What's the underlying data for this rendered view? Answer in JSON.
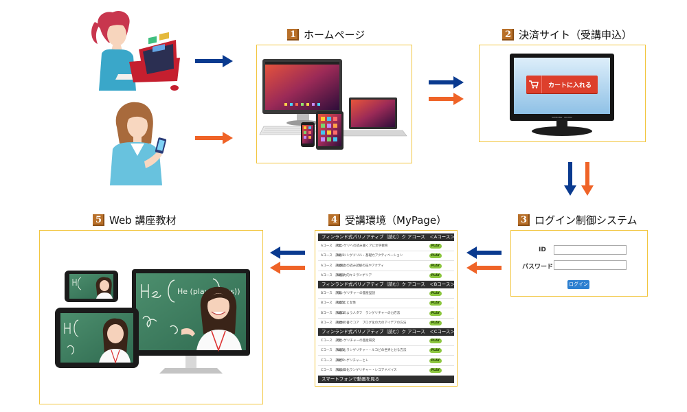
{
  "steps": [
    {
      "num": "1",
      "label": "ホームページ"
    },
    {
      "num": "2",
      "label": "決済サイト（受講申込）"
    },
    {
      "num": "3",
      "label": "ログイン制御システム"
    },
    {
      "num": "4",
      "label": "受講環境（MyPage）"
    },
    {
      "num": "5",
      "label": "Web 講座教材"
    }
  ],
  "cart_button": "カートに入れる",
  "login": {
    "id_label": "ID",
    "password_label": "パスワード",
    "button_label": "ログイン"
  },
  "mypage": {
    "play_label": "PLAY",
    "course_a_header": "フィンランド式パリノアティブ（読む）ク アコース　＜Aコース＞",
    "course_a_rows": [
      {
        "course": "Aコース　講義",
        "title": "ランゲリヘの読み書くアに文学教育"
      },
      {
        "course": "Aコース　講義１",
        "title": "①ドリングドリル・基礎力アクティベーション"
      },
      {
        "course": "Aコース　講義２",
        "title": "②男女の読み読解の記やアクティ"
      },
      {
        "course": "Aコース　講義３",
        "title": "③協力的キミランゲリア"
      }
    ],
    "course_b_header": "フィンランド式パリノアティブ（読む）ク アコース　＜Bコース＞",
    "course_b_rows": [
      {
        "course": "Bコース　講義",
        "title": "ランゲリチャーの量産型読"
      },
      {
        "course": "Bコース　講義１",
        "title": "①読むと女性"
      },
      {
        "course": "Bコース　講義２",
        "title": "②知のよう人タフ　ランゲリチャーの力方法"
      },
      {
        "course": "Bコース　講義３",
        "title": "③本の書でコア　ブログ化の力のアイデアの方法"
      }
    ],
    "course_c_header": "フィンランド式パリノアティブ（読む）ク アコース　＜Cコース＞",
    "course_c_rows": [
      {
        "course": "Cコース　講義",
        "title": "ランゲリチャーの量産研究"
      },
      {
        "course": "Cコース　講義１",
        "title": "①読むランゲリチャー・ルコピの世界と分る方法"
      },
      {
        "course": "Cコース　講義２",
        "title": "②ランゲリチャーとレ"
      },
      {
        "course": "Cコース　講義３",
        "title": "③文章化ランゲリチャー・レコアドバイス"
      }
    ],
    "footer": "スマートフォンで動画を見る"
  },
  "chalkboard_text": "He (play (plays))",
  "monitor_brand": "SAMSUNG · DIGITAL",
  "colors": {
    "panel_border": "#f2c640",
    "blue_arrow": "#0a3a8f",
    "orange_arrow": "#ef6327",
    "step_number_bg": "#b8702a",
    "cart_red": "#dd3f2c",
    "play_green": "#8cc63f",
    "login_blue": "#2c7fd0"
  }
}
